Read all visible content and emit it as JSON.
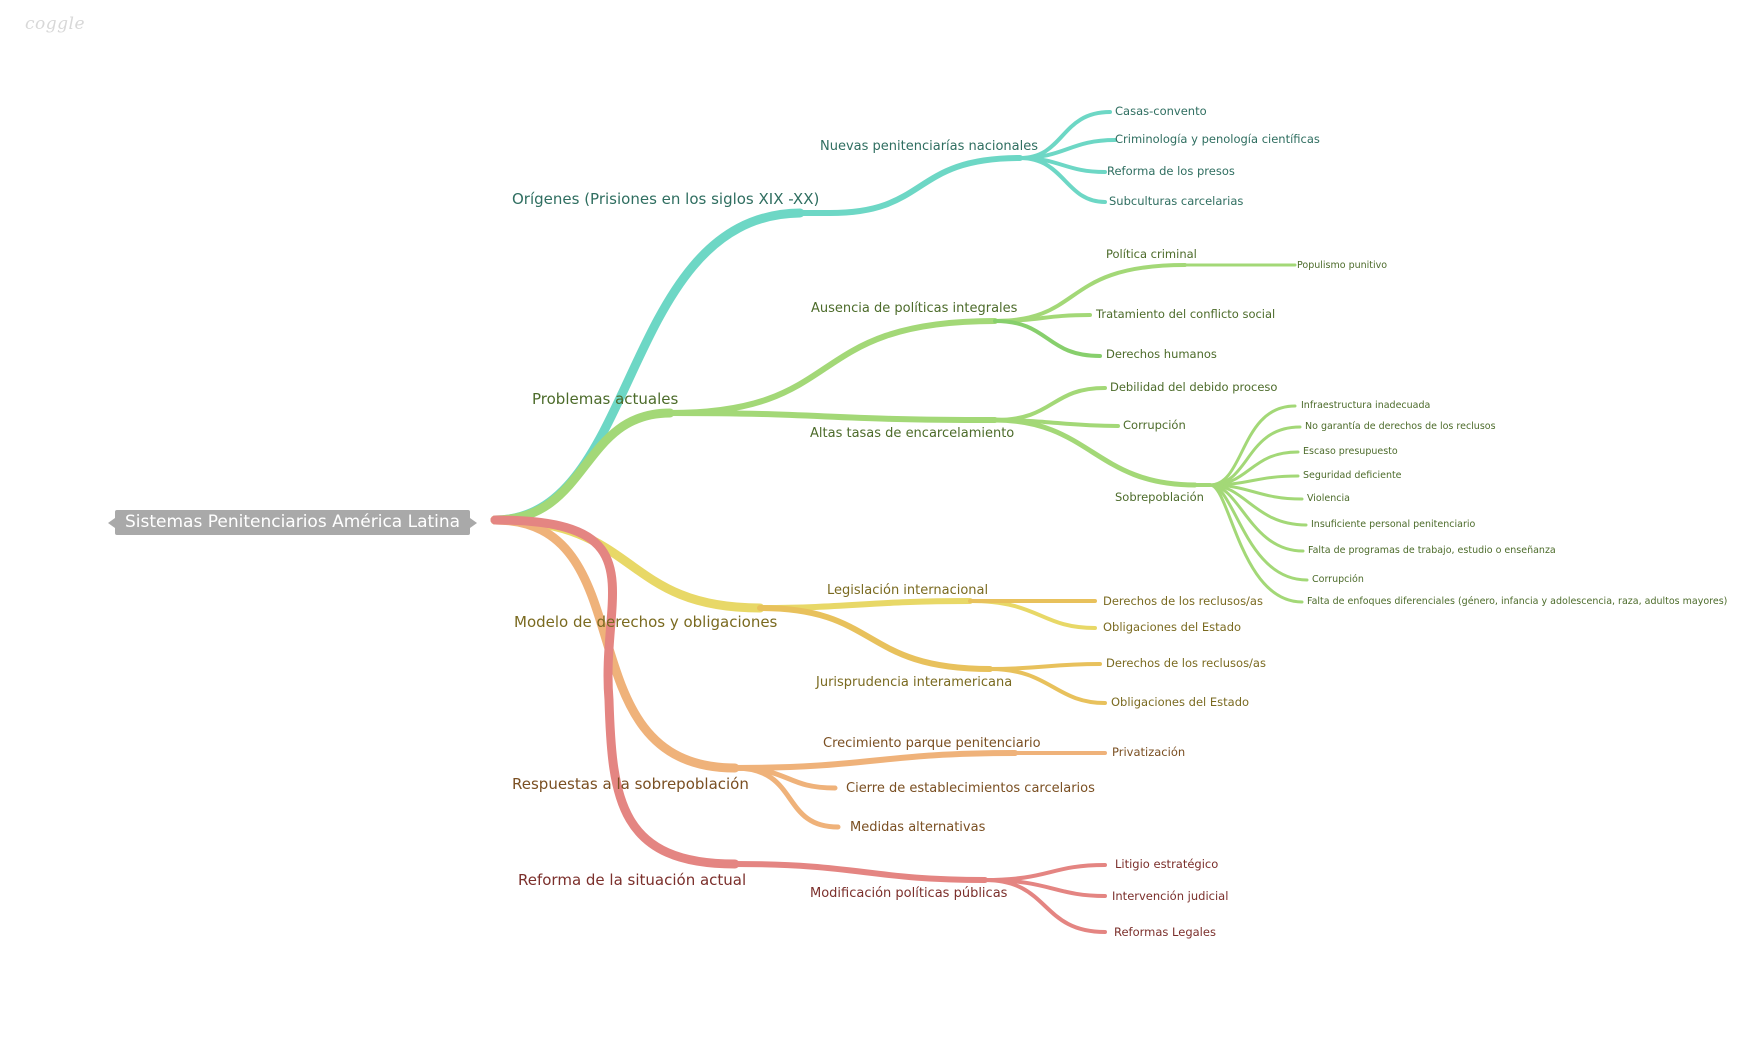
{
  "app": {
    "logo": "coggle"
  },
  "root": {
    "label": "Sistemas Penitenciarios América Latina"
  },
  "colors": {
    "teal": "#6dd7c5",
    "green": "#a3d877",
    "green_dark": "#87cf6c",
    "yellow": "#e8d867",
    "yellow_orange": "#e8c15c",
    "orange": "#efb27a",
    "red": "#e48582",
    "root": "#a9a9a9"
  },
  "branches": {
    "origenes": {
      "label": "Orígenes (Prisiones en los siglos XIX -XX)",
      "nuevas": {
        "label": "Nuevas penitenciarías nacionales",
        "items": [
          "Casas-convento",
          "Criminología y penología científicas",
          "Reforma de los presos",
          "Subculturas carcelarias"
        ]
      }
    },
    "problemas": {
      "label": "Problemas actuales",
      "ausencia": {
        "label": "Ausencia de políticas integrales",
        "politica_criminal": "Política criminal",
        "populismo": "Populismo punitivo",
        "tratamiento": "Tratamiento del conflicto social",
        "derechos": "Derechos humanos"
      },
      "altas": {
        "label": "Altas tasas de encarcelamiento",
        "debilidad": "Debilidad del debido proceso",
        "corrupcion": "Corrupción",
        "sobrepoblacion": {
          "label": "Sobrepoblación",
          "items": [
            "Infraestructura inadecuada",
            "No garantía de derechos de los reclusos",
            "Escaso presupuesto",
            "Seguridad deficiente",
            "Violencia",
            "Insuficiente personal penitenciario",
            "Falta de programas de trabajo, estudio o enseñanza",
            "Corrupción",
            "Falta de enfoques diferenciales (género, infancia y adolescencia, raza, adultos mayores)"
          ]
        }
      }
    },
    "modelo": {
      "label": "Modelo de derechos y obligaciones",
      "legislacion": {
        "label": "Legislación internacional",
        "items": [
          "Derechos de los reclusos/as",
          "Obligaciones del Estado"
        ]
      },
      "jurisprudencia": {
        "label": "Jurisprudencia interamericana",
        "items": [
          "Derechos de los reclusos/as",
          "Obligaciones del Estado"
        ]
      }
    },
    "respuestas": {
      "label": "Respuestas a la sobrepoblación",
      "crecimiento": {
        "label": "Crecimiento parque penitenciario",
        "items": [
          "Privatización"
        ]
      },
      "cierre": "Cierre de establecimientos carcelarios",
      "medidas": "Medidas alternativas"
    },
    "reforma": {
      "label": "Reforma de la situación actual",
      "modificacion": {
        "label": "Modificación políticas públicas",
        "items": [
          "Litigio estratégico",
          "Intervención judicial",
          "Reformas Legales"
        ]
      }
    }
  }
}
